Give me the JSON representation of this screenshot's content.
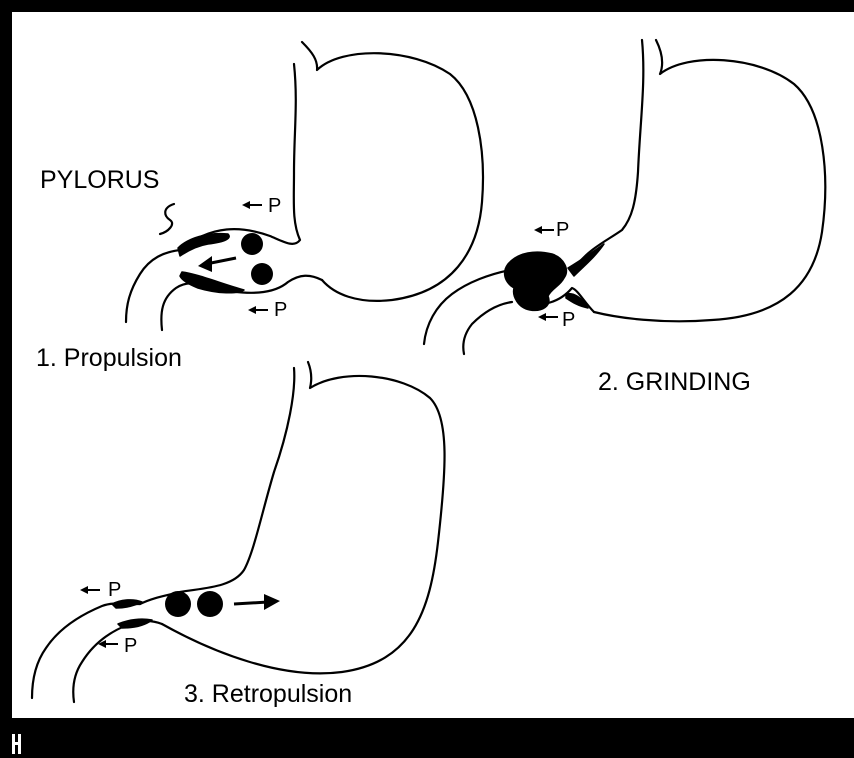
{
  "labels": {
    "pylorus": "PYLORUS",
    "stage1": "1. Propulsion",
    "stage2": "2. GRINDING",
    "stage3": "3. Retropulsion",
    "pressure": "P"
  },
  "colors": {
    "background": "#000000",
    "panel": "#ffffff",
    "ink": "#000000"
  }
}
